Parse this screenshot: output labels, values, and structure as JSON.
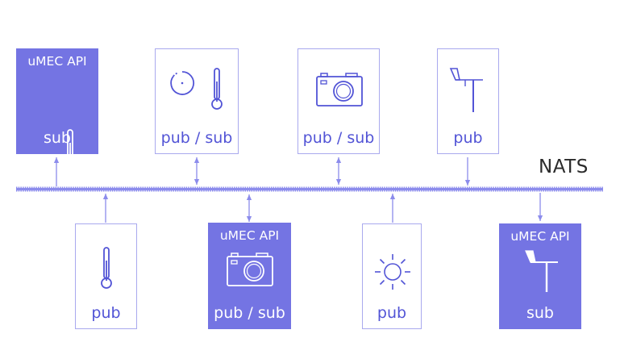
{
  "bus": {
    "label": "NATS"
  },
  "top_nodes": [
    {
      "header": "uMEC API",
      "role": "sub",
      "icons": [
        "thermometer-icon"
      ]
    },
    {
      "role": "pub / sub",
      "icons": [
        "knob-icon",
        "thermometer-icon"
      ]
    },
    {
      "role": "pub / sub",
      "icons": [
        "camera-icon"
      ]
    },
    {
      "role": "pub",
      "icons": [
        "wind-vane-icon"
      ]
    }
  ],
  "bottom_nodes": [
    {
      "role": "pub",
      "icons": [
        "thermometer-icon"
      ]
    },
    {
      "header": "uMEC API",
      "role": "pub / sub",
      "icons": [
        "camera-icon"
      ]
    },
    {
      "role": "pub",
      "icons": [
        "sun-icon"
      ]
    },
    {
      "header": "uMEC API",
      "role": "sub",
      "icons": [
        "wind-vane-icon"
      ]
    }
  ],
  "colors": {
    "accent": "#7474e3",
    "icon_stroke": "#5254d6",
    "border": "#a9a9ee",
    "bus": "#8c8cec",
    "text_dark": "#2b2b2b"
  }
}
